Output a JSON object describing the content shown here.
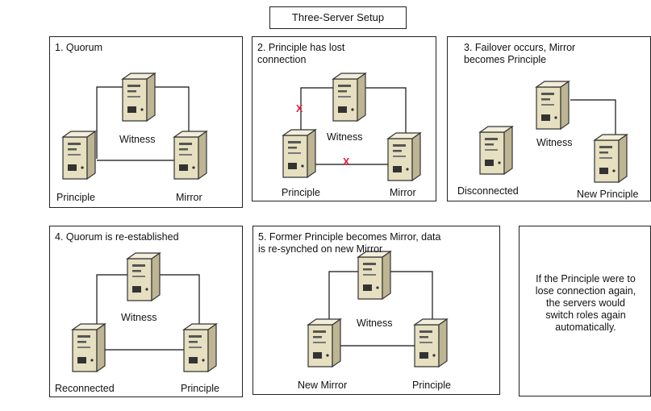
{
  "title": "Three-Server Setup",
  "panels": [
    {
      "heading": "1. Quorum",
      "labels": {
        "witness": "Witness",
        "principle": "Principle",
        "mirror": "Mirror"
      }
    },
    {
      "heading": "2. Principle has lost\nconnection",
      "labels": {
        "witness": "Witness",
        "principle": "Principle",
        "mirror": "Mirror"
      },
      "break_mark": "X"
    },
    {
      "heading": "3. Failover occurs, Mirror\nbecomes Principle",
      "labels": {
        "witness": "Witness",
        "disconnected": "Disconnected",
        "new_principle": "New Principle"
      }
    },
    {
      "heading": "4. Quorum is re-established",
      "labels": {
        "witness": "Witness",
        "reconnected": "Reconnected",
        "principle": "Principle"
      }
    },
    {
      "heading": "5.  Former Principle becomes Mirror, data\nis re-synched on new Mirror",
      "labels": {
        "witness": "Witness",
        "new_mirror": "New Mirror",
        "principle": "Principle"
      }
    },
    {
      "note": "If the Principle were to\nlose connection again,\nthe servers would\nswitch roles again\nautomatically."
    }
  ],
  "colors": {
    "server_body": "#e6dfc0",
    "server_side": "#bdb593",
    "server_top": "#f3eedb",
    "link": "#111111",
    "break": "#e0203a"
  },
  "icons": {
    "server": "server-tower-icon"
  }
}
